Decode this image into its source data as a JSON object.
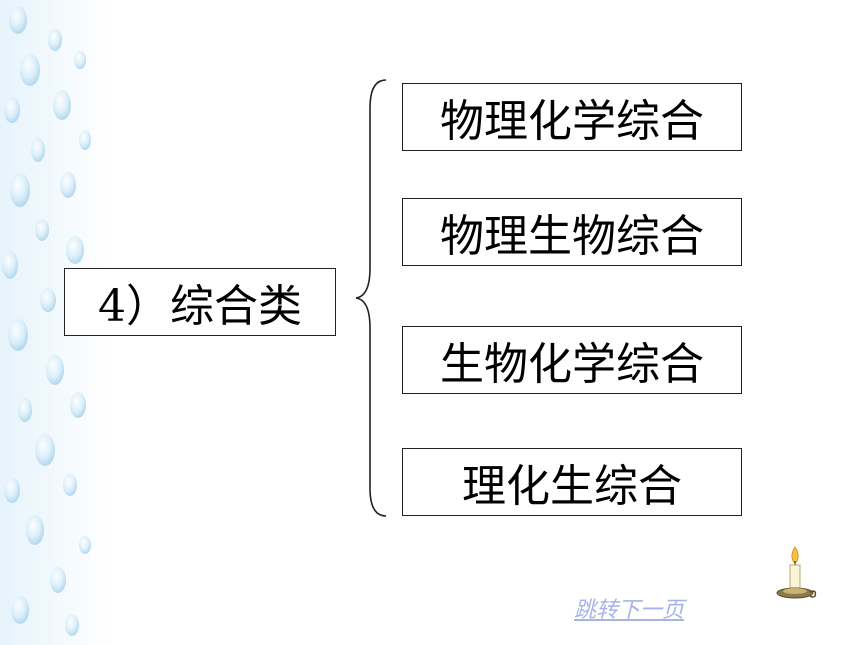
{
  "main": {
    "category_label": "4）综合类"
  },
  "items": [
    "物理化学综合",
    "物理生物综合",
    "生物化学综合",
    "理化生综合"
  ],
  "footer": {
    "next_page_link": "跳转下一页"
  },
  "icons": {
    "decoration": "candle-icon",
    "side": "water-drops-decoration"
  },
  "colors": {
    "link": "#a6b3e6",
    "border": "#222222",
    "drops": "#cfe8f6"
  }
}
